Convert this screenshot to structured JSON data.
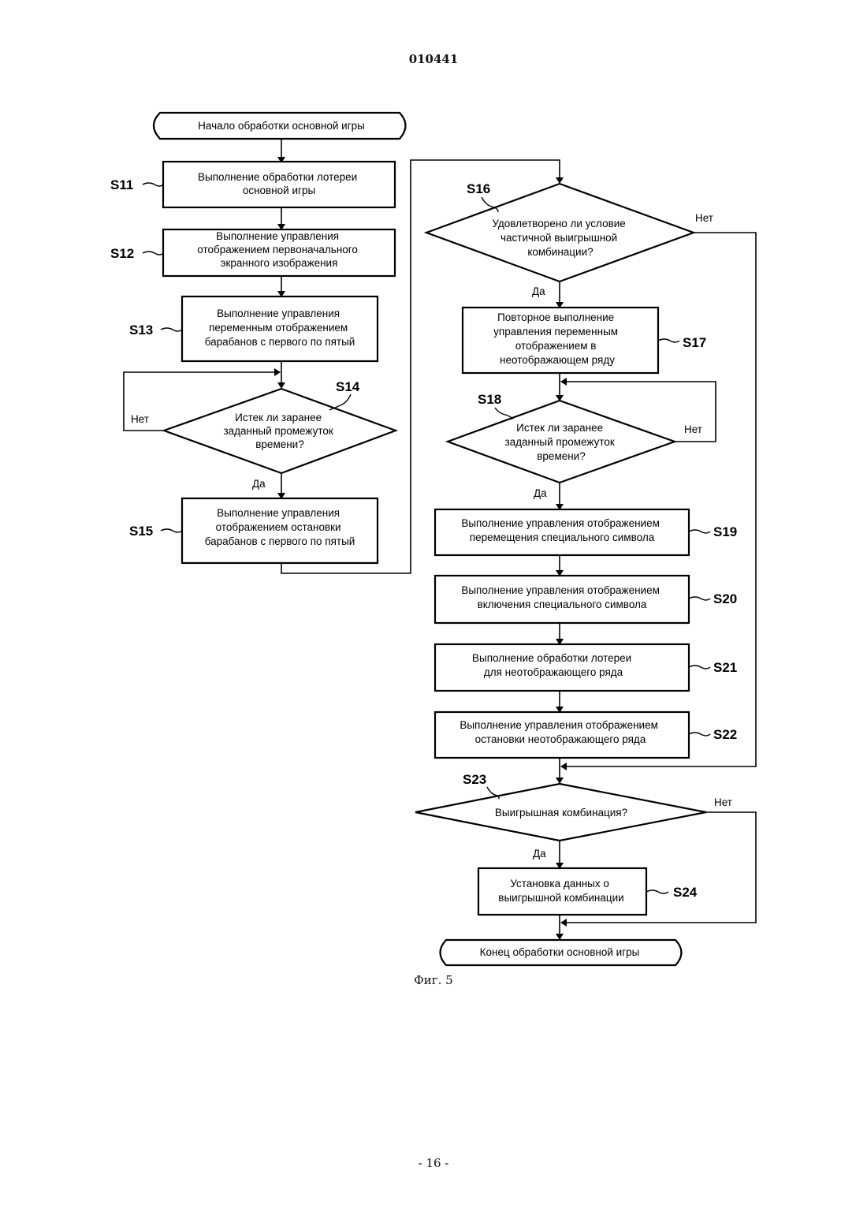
{
  "header": {
    "doc_number": "010441"
  },
  "figure": {
    "caption": "Фиг. 5",
    "start": "Начало обработки основной игры",
    "end": "Конец обработки основной игры",
    "nodes": [
      {
        "id": "S11",
        "label": "S11",
        "lines": [
          "Выполнение обработки лотереи",
          "основной игры"
        ]
      },
      {
        "id": "S12",
        "label": "S12",
        "lines": [
          "Выполнение управления",
          "отображением первоначального",
          "экранного изображения"
        ]
      },
      {
        "id": "S13",
        "label": "S13",
        "lines": [
          "Выполнение управления",
          "переменным отображением",
          "барабанов с первого по пятый"
        ]
      },
      {
        "id": "S14",
        "label": "S14",
        "lines": [
          "Истек ли заранее",
          "заданный промежуток",
          "времени?"
        ],
        "yes": "Да",
        "no": "Нет"
      },
      {
        "id": "S15",
        "label": "S15",
        "lines": [
          "Выполнение управления",
          "отображением остановки",
          "барабанов с первого по пятый"
        ]
      },
      {
        "id": "S16",
        "label": "S16",
        "lines": [
          "Удовлетворено ли условие",
          "частичной выигрышной",
          "комбинации?"
        ],
        "yes": "Да",
        "no": "Нет"
      },
      {
        "id": "S17",
        "label": "S17",
        "lines": [
          "Повторное выполнение",
          "управления переменным",
          "отображением в",
          "неотображающем ряду"
        ]
      },
      {
        "id": "S18",
        "label": "S18",
        "lines": [
          "Истек ли заранее",
          "заданный промежуток",
          "времени?"
        ],
        "yes": "Да",
        "no": "Нет"
      },
      {
        "id": "S19",
        "label": "S19",
        "lines": [
          "Выполнение управления отображением",
          "перемещения специального символа"
        ]
      },
      {
        "id": "S20",
        "label": "S20",
        "lines": [
          "Выполнение управления отображением",
          "включения специального символа"
        ]
      },
      {
        "id": "S21",
        "label": "S21",
        "lines": [
          "Выполнение обработки лотереи",
          "для неотображающего ряда"
        ]
      },
      {
        "id": "S22",
        "label": "S22",
        "lines": [
          "Выполнение управления отображением",
          "остановки неотображающего ряда"
        ]
      },
      {
        "id": "S23",
        "label": "S23",
        "lines": [
          "Выигрышная комбинация?"
        ],
        "yes": "Да",
        "no": "Нет"
      },
      {
        "id": "S24",
        "label": "S24",
        "lines": [
          "Установка данных о",
          "выигрышной комбинации"
        ]
      }
    ]
  },
  "footer": {
    "page_number": "- 16 -"
  }
}
